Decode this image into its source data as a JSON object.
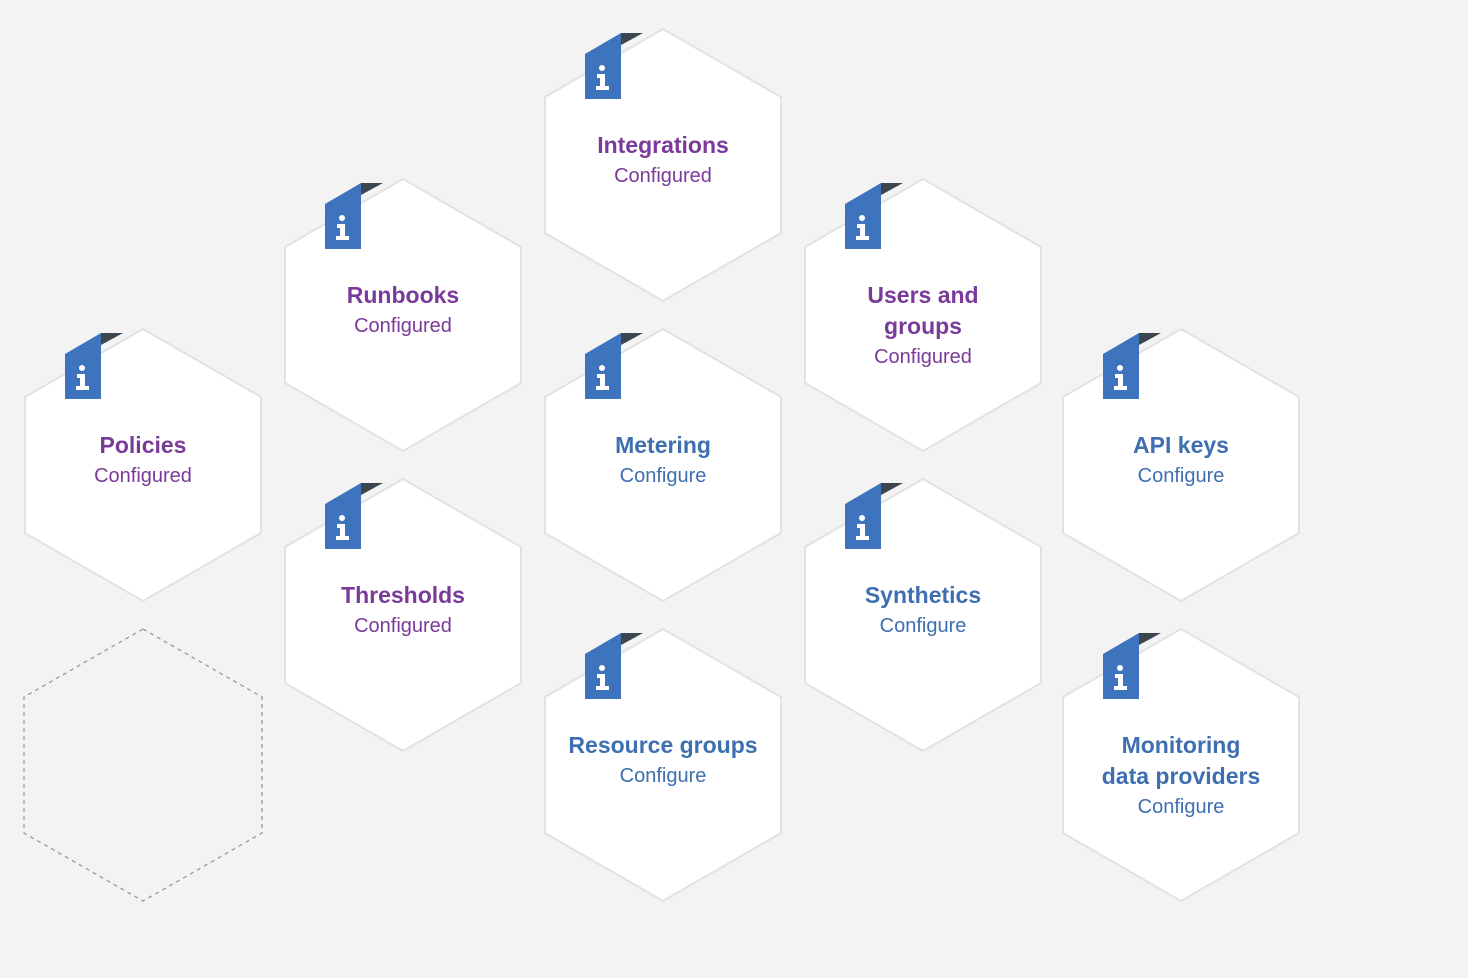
{
  "colors": {
    "background": "#f3f3f3",
    "tile_fill": "#ffffff",
    "tile_stroke": "#e2e2e2",
    "configured_text": "#7a3a9a",
    "configure_text": "#3e6fb0",
    "flag_blue": "#3e73bd",
    "flag_fold": "#3c4650"
  },
  "tiles": [
    {
      "id": "integrations",
      "title": "Integrations",
      "status": "Configured",
      "state": "configured",
      "icon": "info-icon"
    },
    {
      "id": "runbooks",
      "title": "Runbooks",
      "status": "Configured",
      "state": "configured",
      "icon": "info-icon"
    },
    {
      "id": "users-and-groups",
      "title_line1": "Users and",
      "title_line2": "groups",
      "status": "Configured",
      "state": "configured",
      "icon": "info-icon"
    },
    {
      "id": "policies",
      "title": "Policies",
      "status": "Configured",
      "state": "configured",
      "icon": "info-icon"
    },
    {
      "id": "metering",
      "title": "Metering",
      "status": "Configure",
      "state": "configure",
      "icon": "info-icon"
    },
    {
      "id": "api-keys",
      "title": "API keys",
      "status": "Configure",
      "state": "configure",
      "icon": "info-icon"
    },
    {
      "id": "thresholds",
      "title": "Thresholds",
      "status": "Configured",
      "state": "configured",
      "icon": "info-icon"
    },
    {
      "id": "synthetics",
      "title": "Synthetics",
      "status": "Configure",
      "state": "configure",
      "icon": "info-icon"
    },
    {
      "id": "resource-groups",
      "title": "Resource groups",
      "status": "Configure",
      "state": "configure",
      "icon": "info-icon"
    },
    {
      "id": "monitoring-data-providers",
      "title_line1": "Monitoring",
      "title_line2": "data providers",
      "status": "Configure",
      "state": "configure",
      "icon": "info-icon"
    }
  ],
  "placeholder": {
    "icon": "empty-hex-placeholder"
  }
}
